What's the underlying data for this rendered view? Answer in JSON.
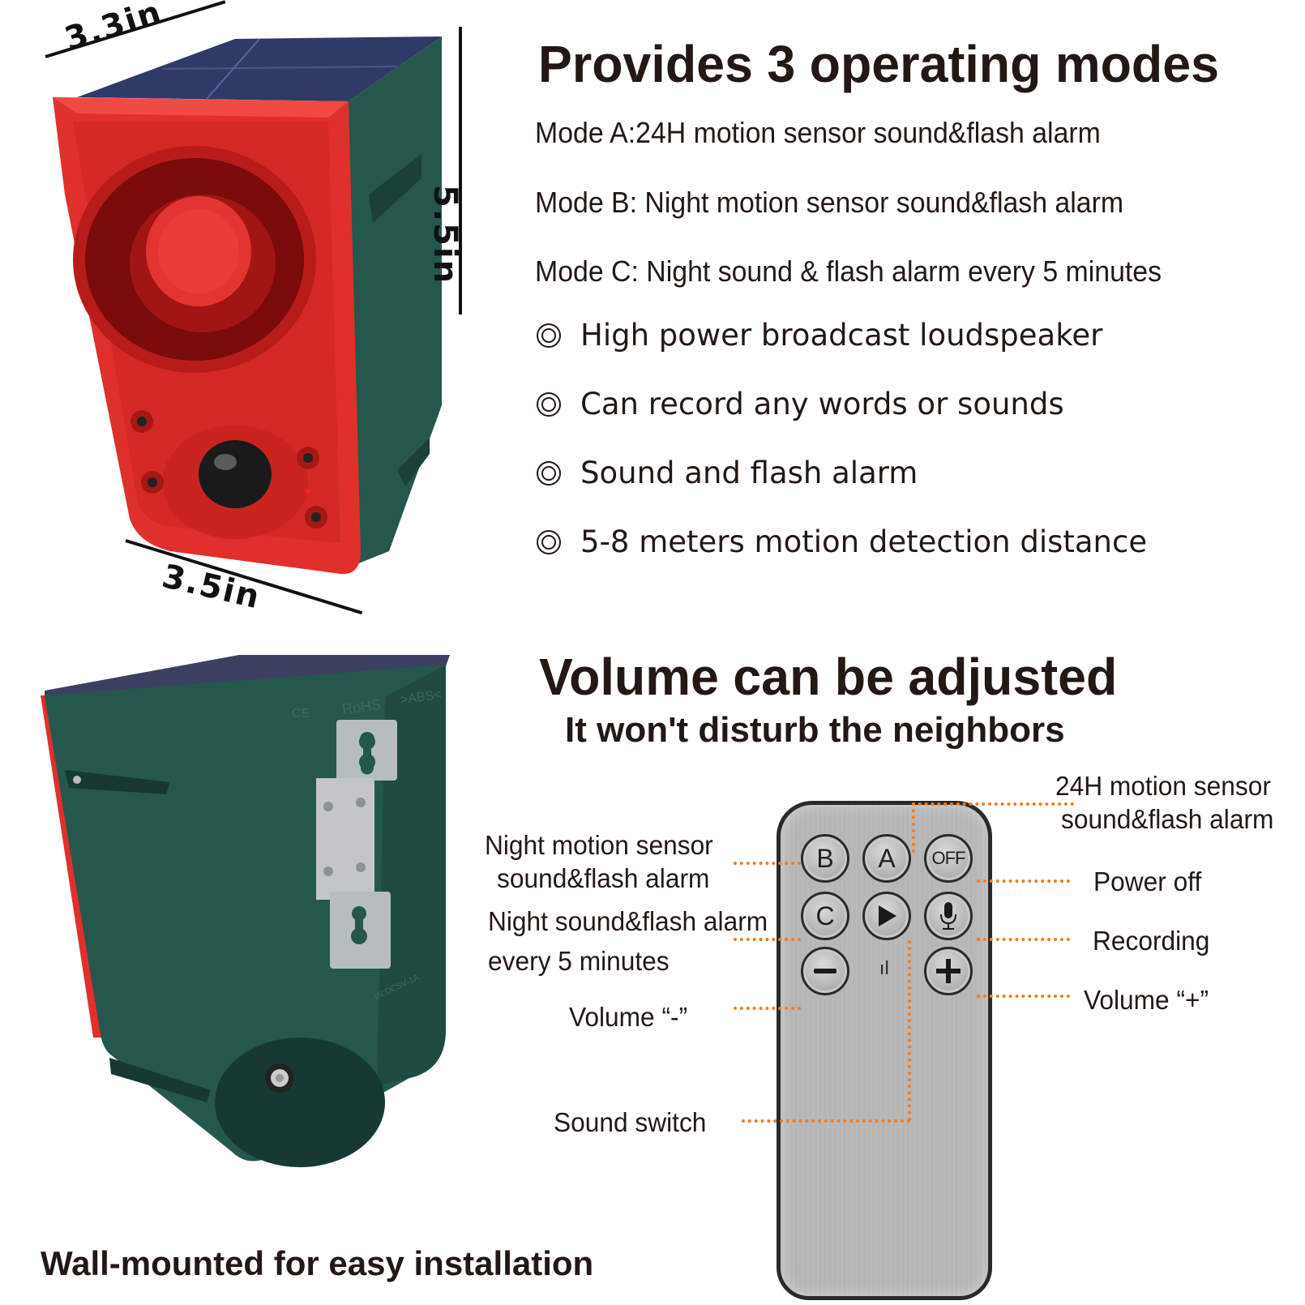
{
  "top_section": {
    "title": "Provides 3 operating modes",
    "modes": [
      "Mode A:24H motion sensor sound&flash alarm",
      "Mode B: Night motion sensor sound&flash alarm",
      "Mode C: Night sound & flash alarm every 5 minutes"
    ],
    "features": [
      "High power broadcast loudspeaker",
      "Can record any words or sounds",
      "Sound and flash alarm",
      "5-8 meters motion detection distance"
    ],
    "dimensions": {
      "depth": "3.3in",
      "height": "5.5in",
      "width": "3.5in"
    }
  },
  "bottom_section": {
    "title": "Volume can be adjusted",
    "subtitle": "It won't disturb the neighbors",
    "device_back_markings": {
      "ce": "CE",
      "rohs": "RoHS",
      "abs": ">ABS<",
      "input": "IN:DC5V-1A"
    },
    "caption": "Wall-mounted for easy installation",
    "remote": {
      "buttons": [
        {
          "id": "B",
          "label": "B"
        },
        {
          "id": "A",
          "label": "A"
        },
        {
          "id": "OFF",
          "label": "OFF"
        },
        {
          "id": "C",
          "label": "C"
        },
        {
          "id": "play",
          "label": "▶"
        },
        {
          "id": "mic",
          "label": "🎙"
        },
        {
          "id": "minus",
          "label": "−"
        },
        {
          "id": "plus",
          "label": "+"
        }
      ],
      "signal_glyph": "ıl"
    },
    "callouts": {
      "a": [
        "24H motion sensor",
        "sound&flash alarm"
      ],
      "b": [
        "Night motion sensor",
        "sound&flash alarm"
      ],
      "c": [
        "Night sound&flash alarm",
        "every 5 minutes"
      ],
      "off": "Power off",
      "record": "Recording",
      "vol_minus": "Volume “-”",
      "vol_plus": "Volume “+”",
      "sound_switch": "Sound switch"
    },
    "colors": {
      "callout_dots": "#ee7d22",
      "device_green": "#25574d",
      "device_red": "#e0302c"
    }
  }
}
